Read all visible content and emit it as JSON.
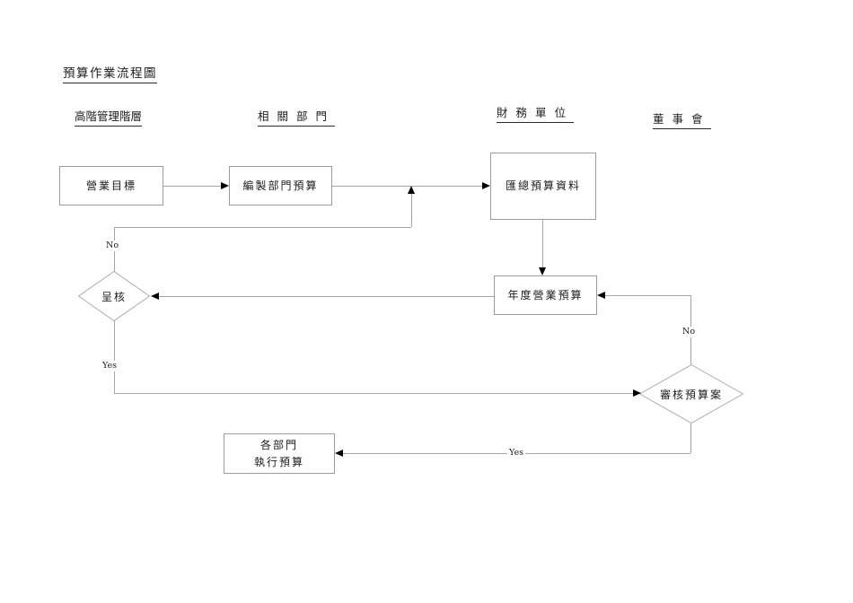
{
  "title": "預算作業流程圖",
  "lanes": {
    "management": "高階管理階層",
    "departments": "相關部門",
    "finance": "財務單位",
    "board": "董事會"
  },
  "nodes": {
    "business_goal": "營業目標",
    "prepare_budget": "編製部門預算",
    "consolidate_budget": "匯總預算資料",
    "annual_budget": "年度營業預算",
    "submit_approval": "呈核",
    "review_budget": "審核預算案",
    "execute_line1": "各部門",
    "execute_line2": "執行預算"
  },
  "edge_labels": {
    "submit_no": "No",
    "submit_yes": "Yes",
    "review_no": "No",
    "review_yes": "Yes"
  },
  "colors": {
    "line": "#a6a6a6",
    "box_border": "#9c9c9c",
    "arrowhead": "#000000",
    "text": "#1c1c1c",
    "background": "#ffffff"
  }
}
